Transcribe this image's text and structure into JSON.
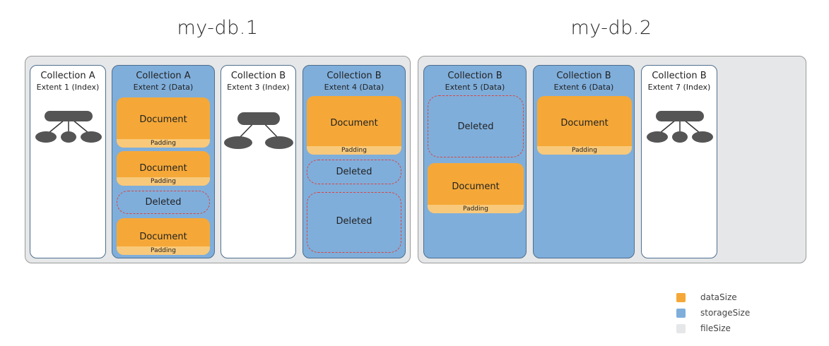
{
  "databases": [
    {
      "title": "my-db.1"
    },
    {
      "title": "my-db.2"
    }
  ],
  "extents": [
    {
      "collection": "Collection A",
      "extent": "Extent 1 (Index)",
      "kind": "index"
    },
    {
      "collection": "Collection A",
      "extent": "Extent 2 (Data)",
      "kind": "data"
    },
    {
      "collection": "Collection B",
      "extent": "Extent 3 (Index)",
      "kind": "index"
    },
    {
      "collection": "Collection B",
      "extent": "Extent 4 (Data)",
      "kind": "data"
    },
    {
      "collection": "Collection B",
      "extent": "Extent 5 (Data)",
      "kind": "data"
    },
    {
      "collection": "Collection B",
      "extent": "Extent 6 (Data)",
      "kind": "data"
    },
    {
      "collection": "Collection B",
      "extent": "Extent 7 (Index)",
      "kind": "index"
    }
  ],
  "labels": {
    "document": "Document",
    "padding": "Padding",
    "deleted": "Deleted"
  },
  "legend": [
    {
      "label": "dataSize",
      "color": "#f5a838"
    },
    {
      "label": "storageSize",
      "color": "#7faedb"
    },
    {
      "label": "fileSize",
      "color": "#e6e7e8"
    }
  ]
}
